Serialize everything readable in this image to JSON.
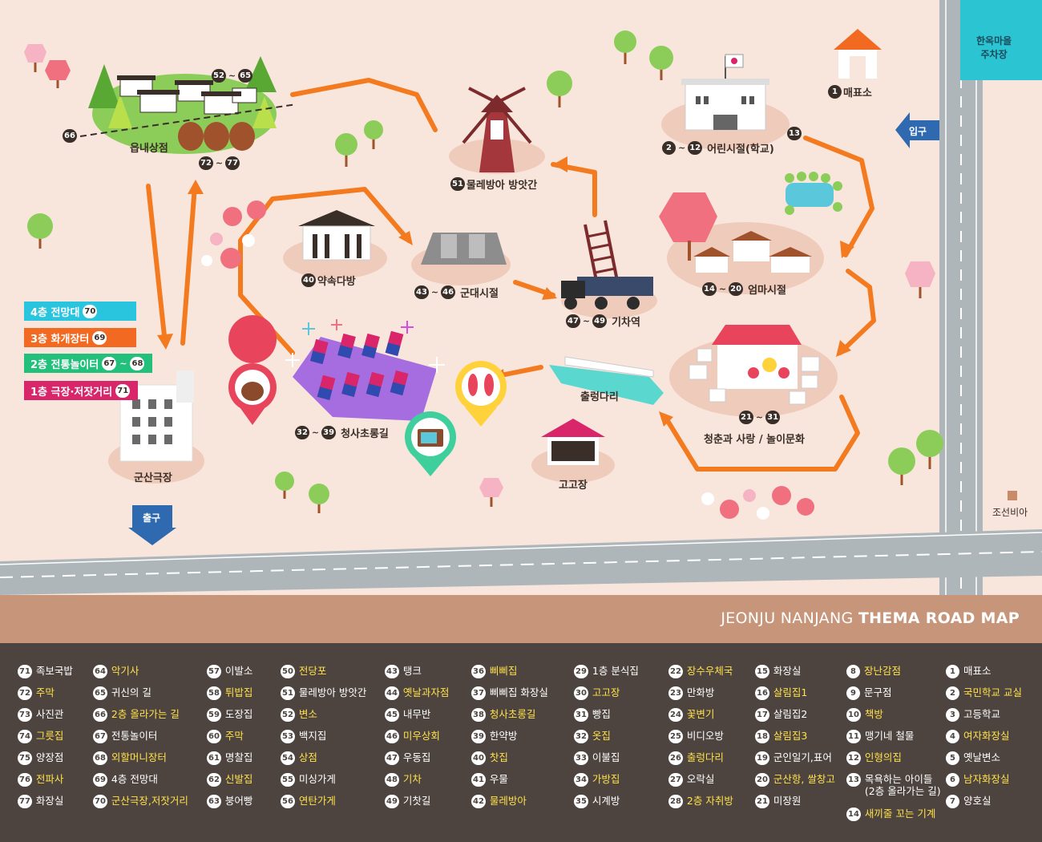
{
  "map": {
    "parking_label": "한옥마을\n주차장",
    "entrance_label": "입구",
    "exit_label": "출구",
    "joseon_label": "조선비아",
    "places": [
      {
        "id": "ticket",
        "nums": [
          "1"
        ],
        "name": "매표소"
      },
      {
        "id": "school",
        "nums": [
          "2",
          "12"
        ],
        "name": "어린시절(학교)",
        "extra": "13"
      },
      {
        "id": "windmill",
        "nums": [
          "51"
        ],
        "name": "물레방아 방앗간"
      },
      {
        "id": "eupnae",
        "nums": [
          "52",
          "65"
        ],
        "name": "읍내상점",
        "nums2": [
          "72",
          "77"
        ],
        "side": "66"
      },
      {
        "id": "teahouse",
        "nums": [
          "40"
        ],
        "name": "약속다방"
      },
      {
        "id": "military",
        "nums": [
          "43",
          "46"
        ],
        "name": "군대시절"
      },
      {
        "id": "train",
        "nums": [
          "47",
          "49"
        ],
        "name": "기차역"
      },
      {
        "id": "mother",
        "nums": [
          "14",
          "20"
        ],
        "name": "엄마시절"
      },
      {
        "id": "youth",
        "nums": [
          "21",
          "31"
        ],
        "name": "청춘과 사랑 / 놀이문화"
      },
      {
        "id": "bridge",
        "nums": [],
        "name": "출렁다리"
      },
      {
        "id": "cheongsa",
        "nums": [
          "32",
          "39"
        ],
        "name": "청사초롱길"
      },
      {
        "id": "gogojang",
        "nums": [],
        "name": "고고장"
      },
      {
        "id": "theater",
        "nums": [],
        "name": "군산극장"
      }
    ],
    "floors": [
      {
        "label": "4층 전망대",
        "nums": [
          "70"
        ],
        "color": "#29c4de"
      },
      {
        "label": "3층 화개장터",
        "nums": [
          "69"
        ],
        "color": "#f26a21"
      },
      {
        "label": "2층 전통놀이터",
        "nums": [
          "67",
          "68"
        ],
        "color": "#22c07a"
      },
      {
        "label": "1층 극장·저잣거리",
        "nums": [
          "71"
        ],
        "color": "#d9256a"
      }
    ]
  },
  "band": {
    "title_light": "JEONJU NANJANG ",
    "title_bold": "THEMA ROAD MAP"
  },
  "legend": {
    "columns": [
      [
        {
          "n": "71",
          "t": "족보국밥",
          "h": false
        },
        {
          "n": "72",
          "t": "주막",
          "h": true
        },
        {
          "n": "73",
          "t": "사진관",
          "h": false
        },
        {
          "n": "74",
          "t": "그릇집",
          "h": true
        },
        {
          "n": "75",
          "t": "양장점",
          "h": false
        },
        {
          "n": "76",
          "t": "전파사",
          "h": true
        },
        {
          "n": "77",
          "t": "화장실",
          "h": false
        }
      ],
      [
        {
          "n": "64",
          "t": "악기사",
          "h": true
        },
        {
          "n": "65",
          "t": "귀신의 길",
          "h": false
        },
        {
          "n": "66",
          "t": "2층 올라가는 길",
          "h": true
        },
        {
          "n": "67",
          "t": "전통놀이터",
          "h": false
        },
        {
          "n": "68",
          "t": "외할머니장터",
          "h": true
        },
        {
          "n": "69",
          "t": "4층 전망대",
          "h": false
        },
        {
          "n": "70",
          "t": "군산극장,저잣거리",
          "h": true
        }
      ],
      [
        {
          "n": "57",
          "t": "이발소",
          "h": false
        },
        {
          "n": "58",
          "t": "튀밥집",
          "h": true
        },
        {
          "n": "59",
          "t": "도장집",
          "h": false
        },
        {
          "n": "60",
          "t": "주막",
          "h": true
        },
        {
          "n": "61",
          "t": "명찰집",
          "h": false
        },
        {
          "n": "62",
          "t": "신발집",
          "h": true
        },
        {
          "n": "63",
          "t": "붕어빵",
          "h": false
        }
      ],
      [
        {
          "n": "50",
          "t": "전당포",
          "h": true
        },
        {
          "n": "51",
          "t": "물레방아 방앗간",
          "h": false
        },
        {
          "n": "52",
          "t": "변소",
          "h": true
        },
        {
          "n": "53",
          "t": "백지집",
          "h": false
        },
        {
          "n": "54",
          "t": "상점",
          "h": true
        },
        {
          "n": "55",
          "t": "미싱가게",
          "h": false
        },
        {
          "n": "56",
          "t": "연탄가게",
          "h": true
        }
      ],
      [
        {
          "n": "43",
          "t": "탱크",
          "h": false
        },
        {
          "n": "44",
          "t": "옛날과자점",
          "h": true
        },
        {
          "n": "45",
          "t": "내무반",
          "h": false
        },
        {
          "n": "46",
          "t": "미우상회",
          "h": true
        },
        {
          "n": "47",
          "t": "우동집",
          "h": false
        },
        {
          "n": "48",
          "t": "기차",
          "h": true
        },
        {
          "n": "49",
          "t": "기찻길",
          "h": false
        }
      ],
      [
        {
          "n": "36",
          "t": "삐삐집",
          "h": true
        },
        {
          "n": "37",
          "t": "삐삐집 화장실",
          "h": false
        },
        {
          "n": "38",
          "t": "청사초롱길",
          "h": true
        },
        {
          "n": "39",
          "t": "한약방",
          "h": false
        },
        {
          "n": "40",
          "t": "찻집",
          "h": true
        },
        {
          "n": "41",
          "t": "우물",
          "h": false
        },
        {
          "n": "42",
          "t": "물레방아",
          "h": true
        }
      ],
      [
        {
          "n": "29",
          "t": "1층 분식집",
          "h": false
        },
        {
          "n": "30",
          "t": "고고장",
          "h": true
        },
        {
          "n": "31",
          "t": "빵집",
          "h": false
        },
        {
          "n": "32",
          "t": "옷집",
          "h": true
        },
        {
          "n": "33",
          "t": "이불집",
          "h": false
        },
        {
          "n": "34",
          "t": "가방집",
          "h": true
        },
        {
          "n": "35",
          "t": "시계방",
          "h": false
        }
      ],
      [
        {
          "n": "22",
          "t": "장수우체국",
          "h": true
        },
        {
          "n": "23",
          "t": "만화방",
          "h": false
        },
        {
          "n": "24",
          "t": "꽃변기",
          "h": true
        },
        {
          "n": "25",
          "t": "비디오방",
          "h": false
        },
        {
          "n": "26",
          "t": "출렁다리",
          "h": true
        },
        {
          "n": "27",
          "t": "오락실",
          "h": false
        },
        {
          "n": "28",
          "t": "2층 자취방",
          "h": true
        }
      ],
      [
        {
          "n": "15",
          "t": "화장실",
          "h": false
        },
        {
          "n": "16",
          "t": "살림집1",
          "h": true
        },
        {
          "n": "17",
          "t": "살림집2",
          "h": false
        },
        {
          "n": "18",
          "t": "살림집3",
          "h": true
        },
        {
          "n": "19",
          "t": "군인일기,표어",
          "h": false
        },
        {
          "n": "20",
          "t": "군산항, 쌀창고",
          "h": true
        },
        {
          "n": "21",
          "t": "미장원",
          "h": false
        }
      ],
      [
        {
          "n": "8",
          "t": "장난감점",
          "h": true
        },
        {
          "n": "9",
          "t": "문구점",
          "h": false
        },
        {
          "n": "10",
          "t": "책방",
          "h": true
        },
        {
          "n": "11",
          "t": "맹기네 철물",
          "h": false
        },
        {
          "n": "12",
          "t": "인형의집",
          "h": true
        },
        {
          "n": "13",
          "t": "목욕하는 아이들\n(2층 올라가는 길)",
          "h": false
        },
        {
          "n": "14",
          "t": "새끼줄 꼬는 기계",
          "h": true
        }
      ],
      [
        {
          "n": "1",
          "t": "매표소",
          "h": false
        },
        {
          "n": "2",
          "t": "국민학교 교실",
          "h": true
        },
        {
          "n": "3",
          "t": "고등학교",
          "h": false
        },
        {
          "n": "4",
          "t": "여자화장실",
          "h": true
        },
        {
          "n": "5",
          "t": "옛날변소",
          "h": false
        },
        {
          "n": "6",
          "t": "남자화장실",
          "h": true
        },
        {
          "n": "7",
          "t": "양호실",
          "h": false
        }
      ]
    ]
  },
  "colors": {
    "route": "#f47a20",
    "road": "#aeb6ba",
    "bg": "#f8e6dc",
    "band": "#c7957a",
    "legend_bg": "#4d4440",
    "highlight": "#ffe14a",
    "entrance": "#2f6ab0",
    "parking": "#2bc4d3"
  }
}
